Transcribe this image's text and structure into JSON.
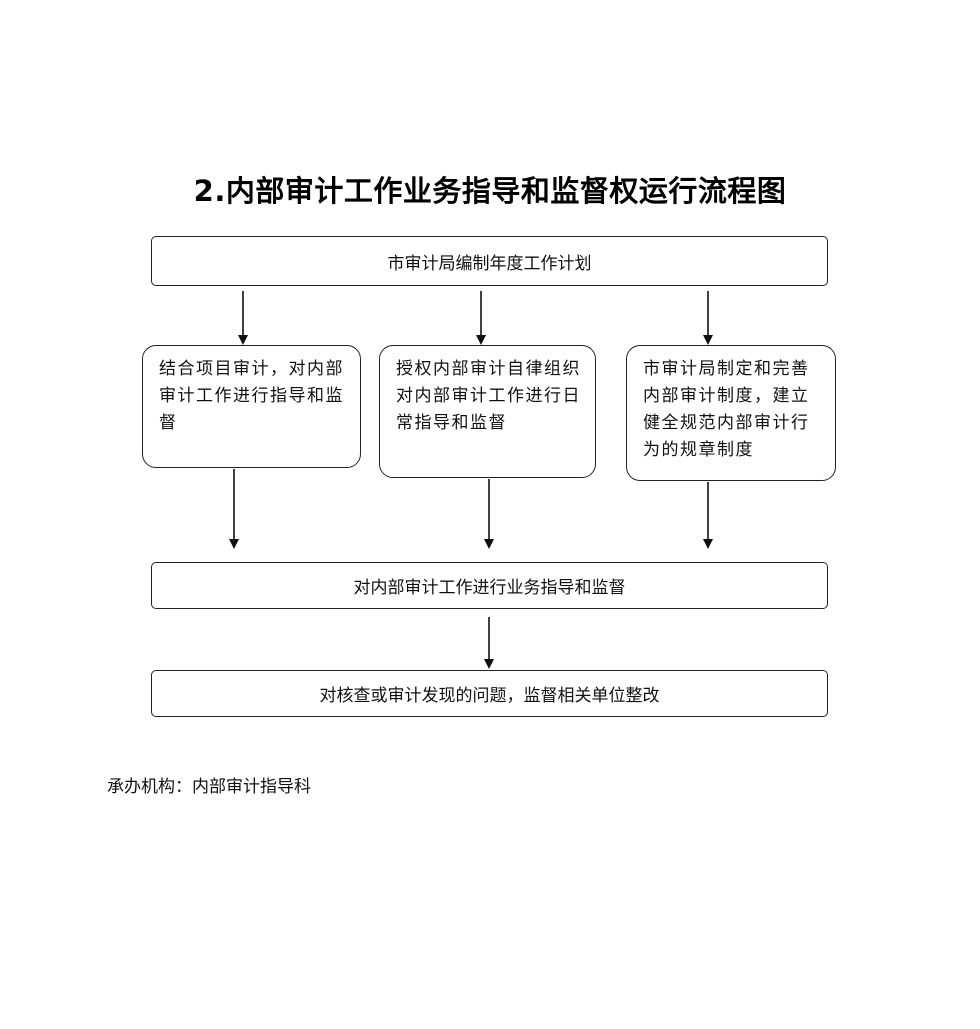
{
  "title": "2.内部审计工作业务指导和监督权运行流程图",
  "top_box": "市审计局编制年度工作计划",
  "middle_boxes": [
    "结合项目审计，对内部审计工作进行指导和监督",
    "授权内部审计自律组织对内部审计工作进行日常指导和监督",
    "市审计局制定和完善内部审计制度，建立健全规范内部审计行为的规章制度"
  ],
  "step_box": "对内部审计工作进行业务指导和监督",
  "final_box": "对核查或审计发现的问题，监督相关单位整改",
  "footer": "承办机构：内部审计指导科"
}
